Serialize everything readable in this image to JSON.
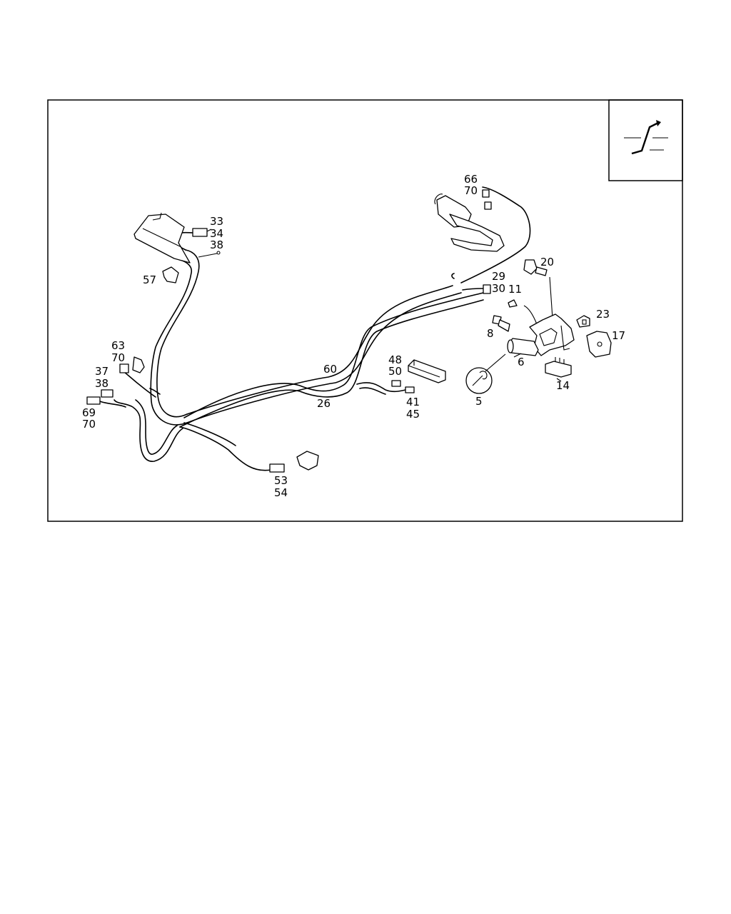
{
  "diagram": {
    "callouts": {
      "c33": "33",
      "c34": "34",
      "c38a": "38",
      "c57": "57",
      "c66": "66",
      "c70a": "70",
      "c20": "20",
      "c29": "29",
      "c30": "30",
      "c11": "11",
      "c23": "23",
      "c8": "8",
      "c17": "17",
      "c6": "6",
      "c14": "14",
      "c5": "5",
      "c63": "63",
      "c70b": "70",
      "c37": "37",
      "c38b": "38",
      "c69": "69",
      "c70c": "70",
      "c48": "48",
      "c50": "50",
      "c60": "60",
      "c26": "26",
      "c41": "41",
      "c45": "45",
      "c53": "53",
      "c54": "54"
    },
    "corner_icon": "steering-column-symbol-icon"
  }
}
